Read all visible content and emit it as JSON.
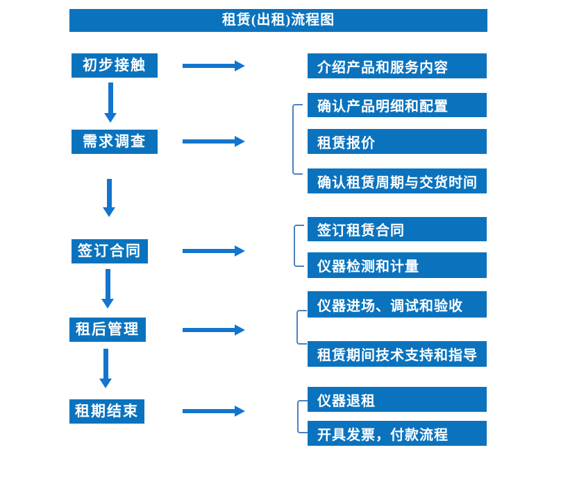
{
  "flow": {
    "title": "租赁(出租)流程图",
    "stages": [
      {
        "label": "初步接触",
        "details": [
          "介绍产品和服务内容"
        ]
      },
      {
        "label": "需求调查",
        "details": [
          "确认产品明细和配置",
          "租赁报价",
          "确认租赁周期与交货时间"
        ]
      },
      {
        "label": "签订合同",
        "details": [
          "签订租赁合同",
          "仪器检测和计量"
        ]
      },
      {
        "label": "租后管理",
        "details": [
          "仪器进场、调试和验收",
          "租赁期间技术支持和指导"
        ]
      },
      {
        "label": "租期结束",
        "details": [
          "仪器退租",
          "开具发票，付款流程"
        ]
      }
    ],
    "colors": {
      "box_blue": "#0b73be",
      "arrow_blue": "#1375cd",
      "bracket_blue": "#4a80c0",
      "text_white": "#ffffff"
    }
  }
}
